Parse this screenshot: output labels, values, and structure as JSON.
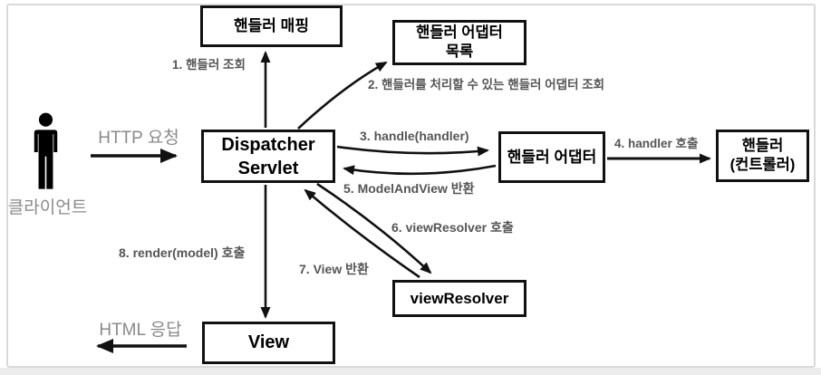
{
  "client": {
    "label": "클라이언트",
    "request_label": "HTTP 요청",
    "response_label": "HTML 응답"
  },
  "boxes": {
    "handler_mapping": "핸들러 매핑",
    "handler_adapter_list": [
      "핸들러 어댑터",
      "목록"
    ],
    "dispatcher": [
      "Dispatcher",
      "Servlet"
    ],
    "handler_adapter": "핸들러 어댑터",
    "handler_controller": [
      "핸들러",
      "(컨트롤러)"
    ],
    "view_resolver": "viewResolver",
    "view": "View"
  },
  "steps": [
    "1. 핸들러 조회",
    "2. 핸들러를 처리할 수 있는 핸들러 어댑터 조회",
    "3. handle(handler)",
    "4. handler 호출",
    "5. ModelAndView 반환",
    "6. viewResolver 호출",
    "7. View 반환",
    "8. render(model) 호출"
  ],
  "colors": {
    "box_border": "#111111",
    "arrow": "#111111",
    "step_label": "#555555",
    "client_label": "#8a8a8a",
    "frame_border": "#d9d9d9"
  }
}
